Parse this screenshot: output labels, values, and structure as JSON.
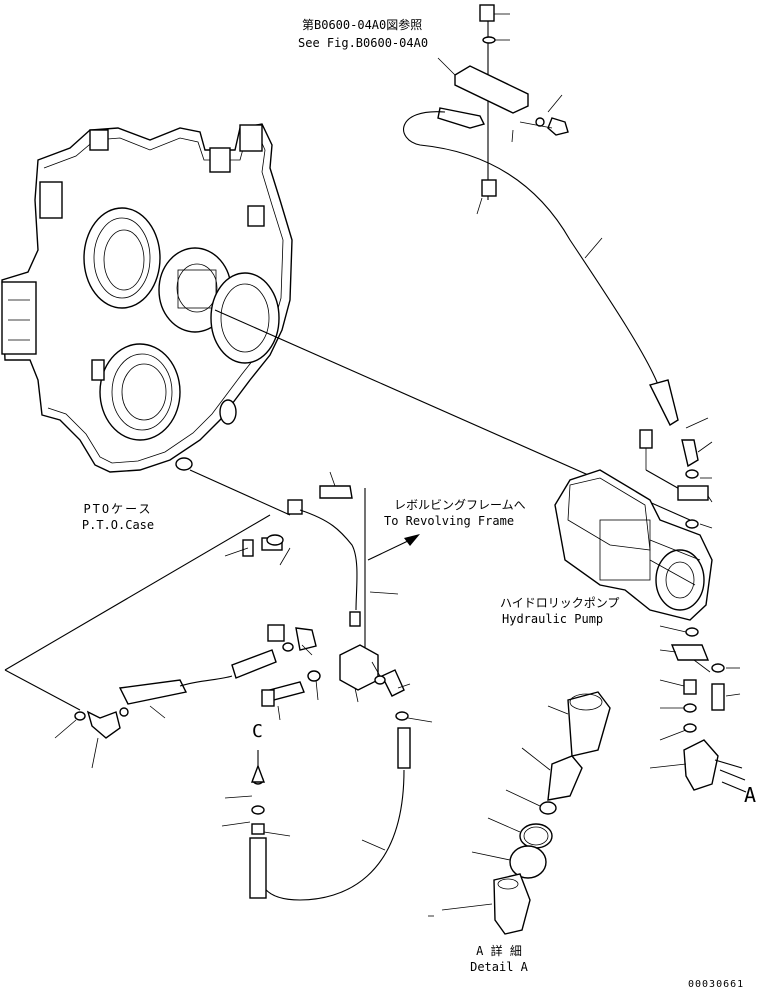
{
  "notes": {
    "see_fig_jp": "第B0600-04A0図参照",
    "see_fig_en": "See Fig.B0600-04A0"
  },
  "labels": {
    "pto_case_jp": "PTOケース",
    "pto_case_en": "P.T.O.Case",
    "revolving_jp": "レボルビングフレームへ",
    "revolving_en": "To Revolving Frame",
    "pump_jp": "ハイドロリックポンプ",
    "pump_en": "Hydraulic Pump",
    "view_c": "C",
    "view_a": "A",
    "detail_jp": "A 詳 細",
    "detail_en": "Detail A"
  },
  "drawing_number": "00030661"
}
